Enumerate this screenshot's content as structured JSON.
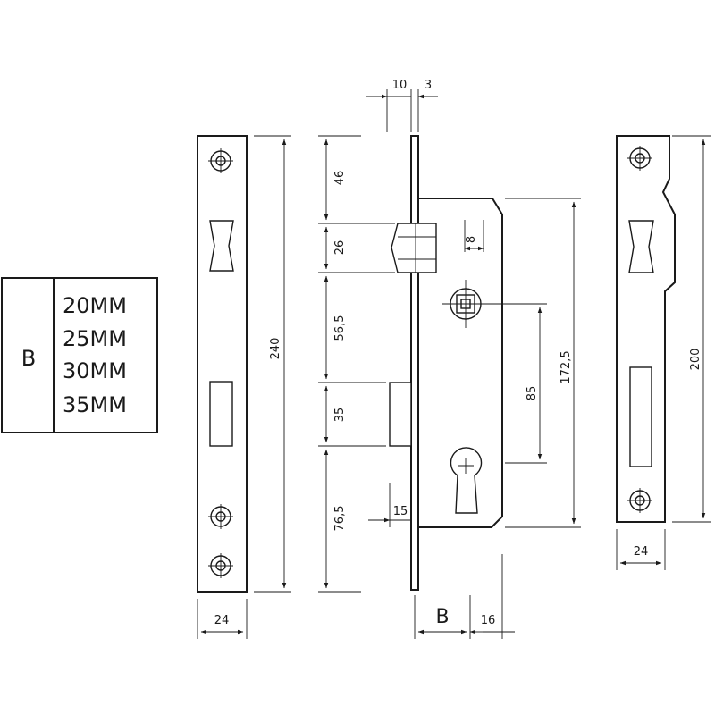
{
  "size_table": {
    "key_label": "B",
    "options": [
      "20MM",
      "25MM",
      "30MM",
      "35MM"
    ]
  },
  "faceplate_left": {
    "height_label": "240",
    "width_label": "24"
  },
  "lock_body": {
    "top_dims": [
      "10",
      "3"
    ],
    "left_dims": [
      "46",
      "26",
      "56,5",
      "35",
      "76,5"
    ],
    "latch_dim": "15",
    "inner_dim": "8",
    "center_distance": "85",
    "case_height": "172,5",
    "backset_label": "B",
    "bottom_dim": "16"
  },
  "strike_plate": {
    "height_label": "200",
    "width_label": "24"
  }
}
